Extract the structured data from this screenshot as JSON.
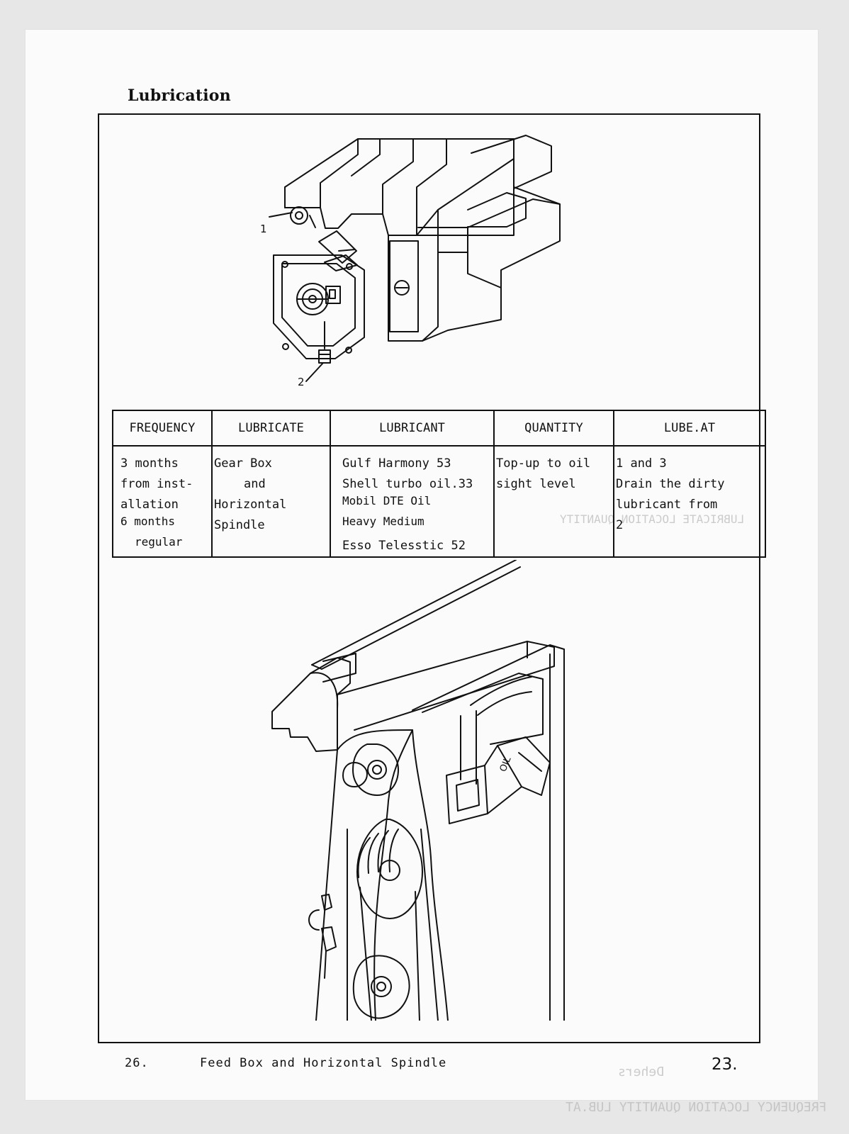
{
  "page": {
    "section_title": "Lubrication",
    "footer_left": "26.",
    "footer_center": "Feed Box and Horizontal Spindle",
    "footer_right": "23."
  },
  "callouts": {
    "callout_1": "1",
    "callout_2": "2"
  },
  "table": {
    "headers": [
      "FREQUENCY",
      "LUBRICATE",
      "LUBRICANT",
      "QUANTITY",
      "LUBE.AT"
    ],
    "row": {
      "frequency": [
        "3 months",
        "from inst-",
        "allation",
        "6 months",
        "regular"
      ],
      "lubricate": [
        "Gear Box",
        "and",
        "Horizontal",
        "Spindle"
      ],
      "lubricant": [
        "Gulf Harmony 53",
        "Shell turbo oil.33",
        "Mobil DTE Oil",
        "Heavy Medium",
        "Esso Telesstic 52"
      ],
      "quantity": [
        "Top-up to oil",
        "sight level"
      ],
      "lube_at": [
        "1 and 3",
        "Drain the dirty",
        "lubricant from",
        "2"
      ]
    }
  },
  "figures": {
    "top_label_oil": "OIL"
  },
  "ghost_text": {
    "line1": "LUBRICATE LOCATION QUANTITY",
    "line2": "FREQUENCY LOCATION QUANTITY LUB.AT",
    "line3": "Dehers"
  }
}
